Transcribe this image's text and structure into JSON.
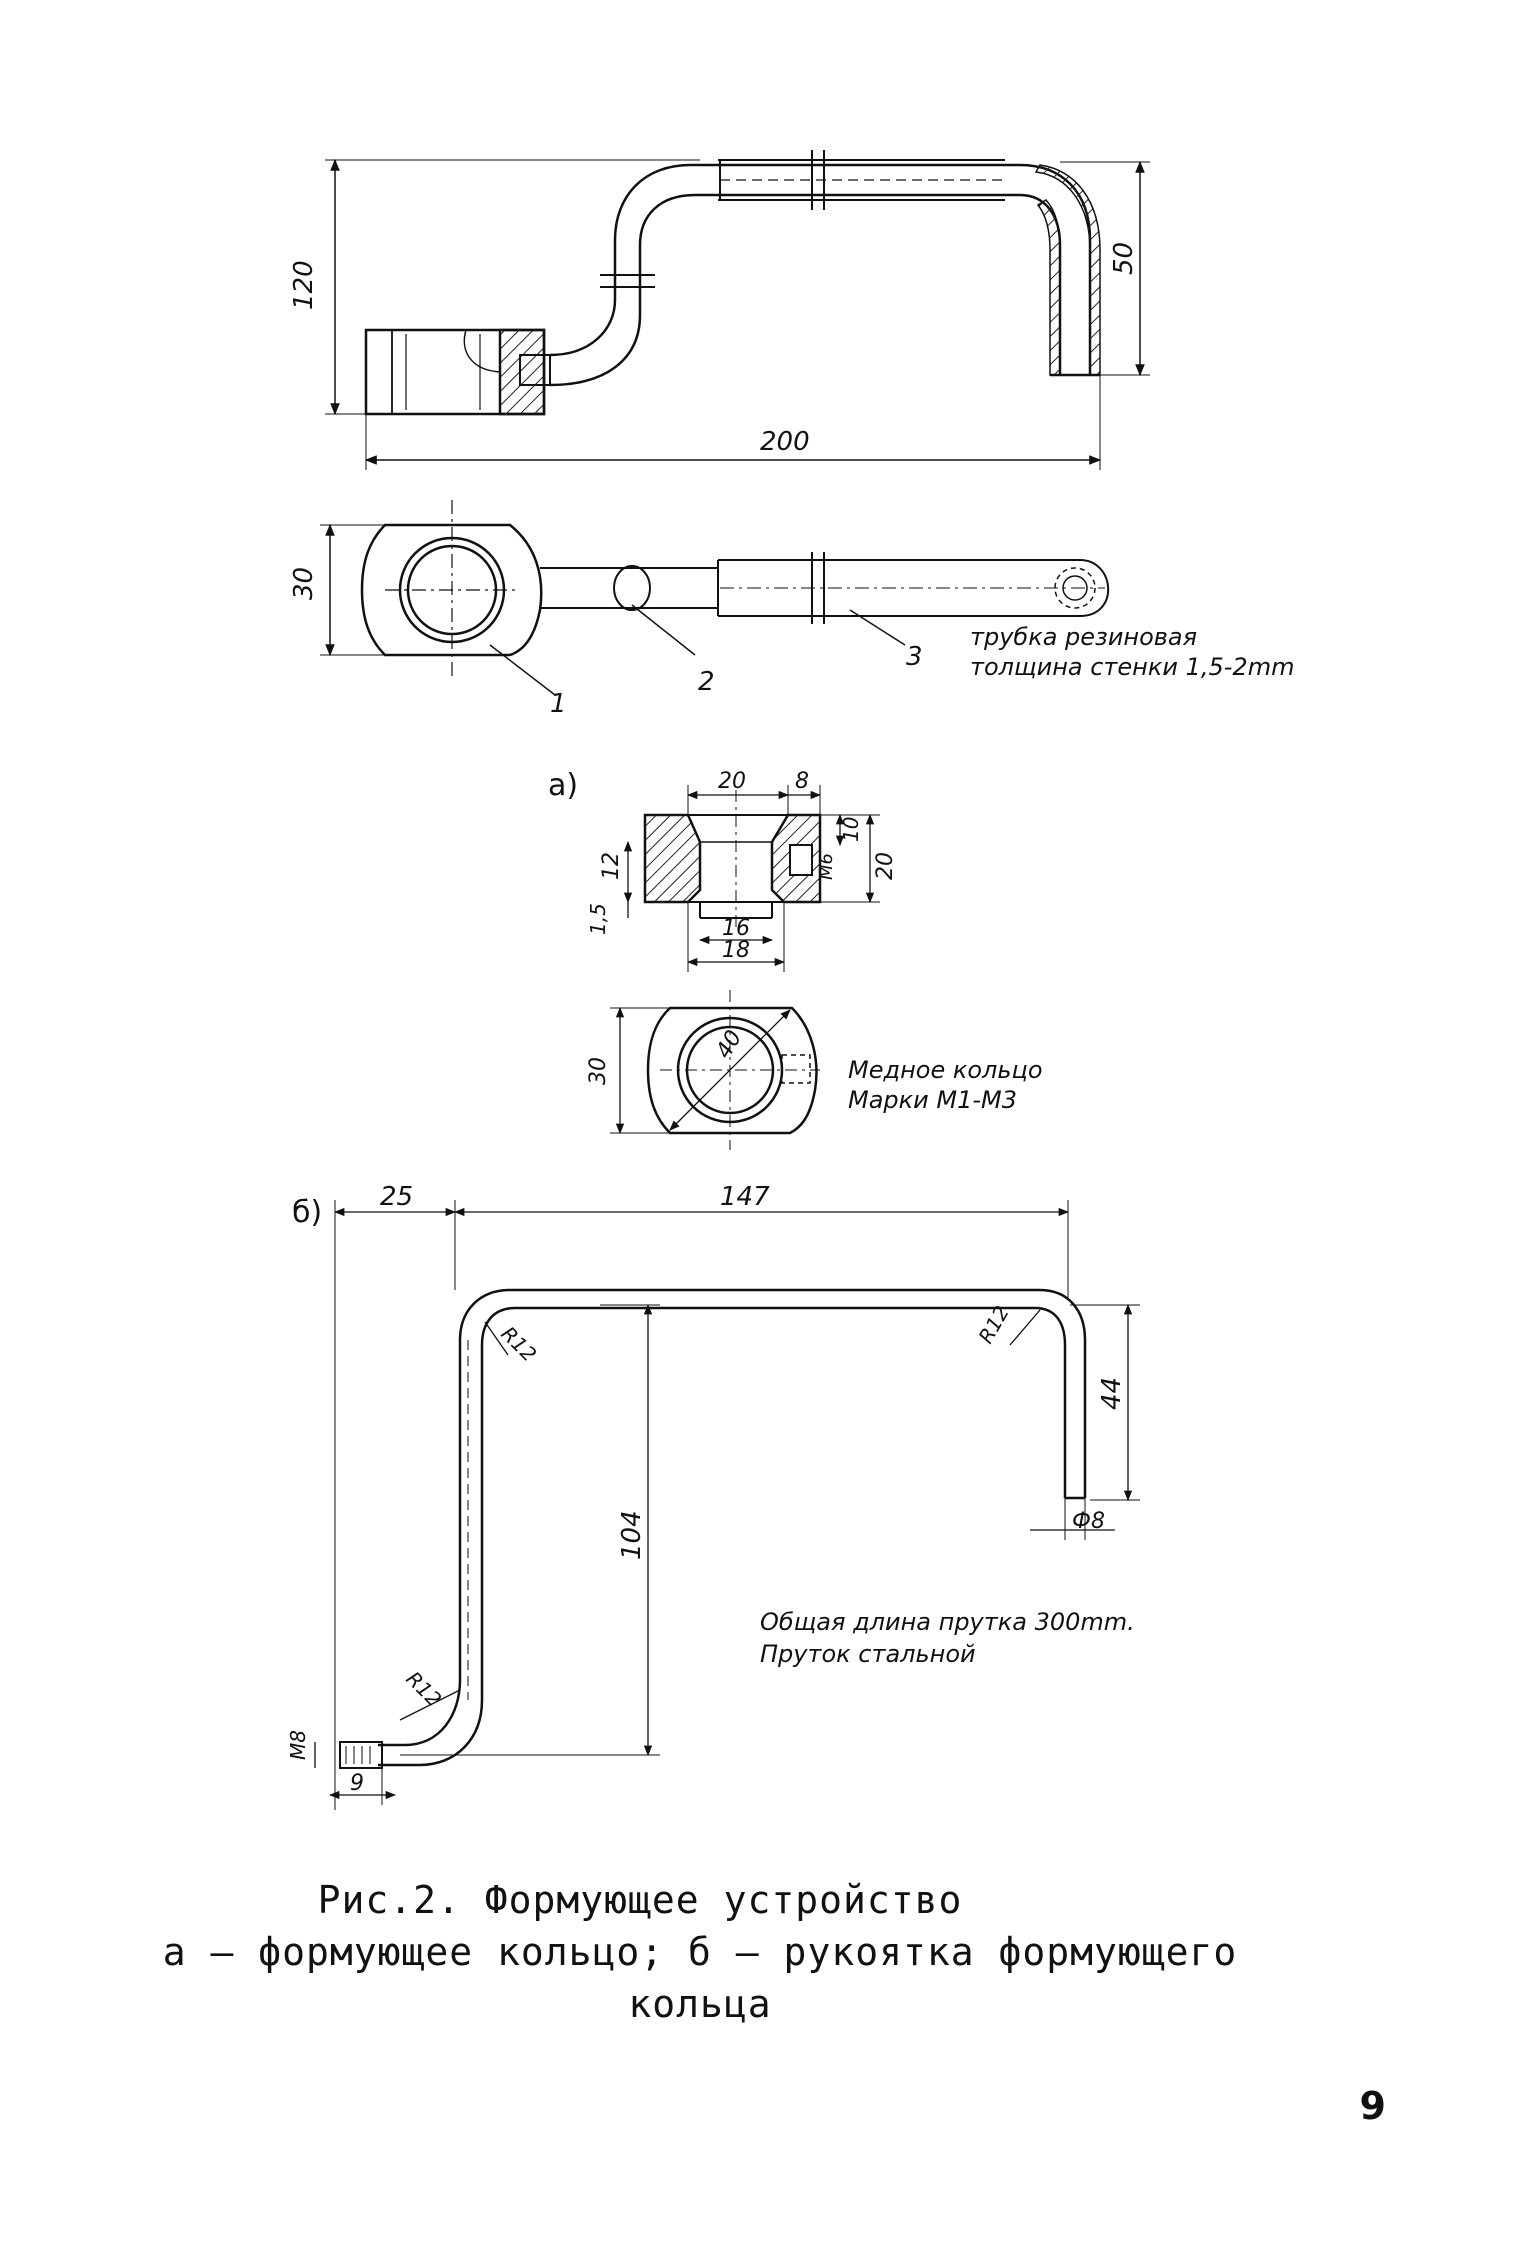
{
  "figure_a": {
    "panel_label": "а)",
    "dims": {
      "height_120": "120",
      "width_200": "200",
      "height_50": "50",
      "width_30": "30"
    },
    "part_numbers": [
      "1",
      "2",
      "3"
    ],
    "tube_note": {
      "line1": "трубка резиновая",
      "line2": "толщина стенки 1,5-2mm"
    }
  },
  "ring_section": {
    "dims": {
      "top_20": "20",
      "top_8": "8",
      "left_12": "12",
      "left_1_5": "1,5",
      "bottom_16": "16",
      "bottom_18": "18",
      "right_10": "10",
      "right_20": "20",
      "m6": "M6"
    }
  },
  "ring_plan": {
    "dims": {
      "width_30": "30",
      "diameter_40": "40"
    },
    "note": {
      "line1": "Медное кольцо",
      "line2": "Марки М1-М3"
    }
  },
  "figure_b": {
    "panel_label": "б)",
    "dims": {
      "d25": "25",
      "d147": "147",
      "d104": "104",
      "d44": "44",
      "r12_a": "R12",
      "r12_b": "R12",
      "r12_c": "R12",
      "phi8": "Ф8",
      "m8": "M8",
      "d9": "9"
    },
    "note": {
      "line1": "Общая длина прутка 300mm.",
      "line2": "Пруток стальной"
    }
  },
  "caption": {
    "title": "Рис.2. Формующее устройство",
    "line2": "а – формующее кольцо; б – рукоятка формующего",
    "line3": "кольца"
  },
  "page_number": "9"
}
